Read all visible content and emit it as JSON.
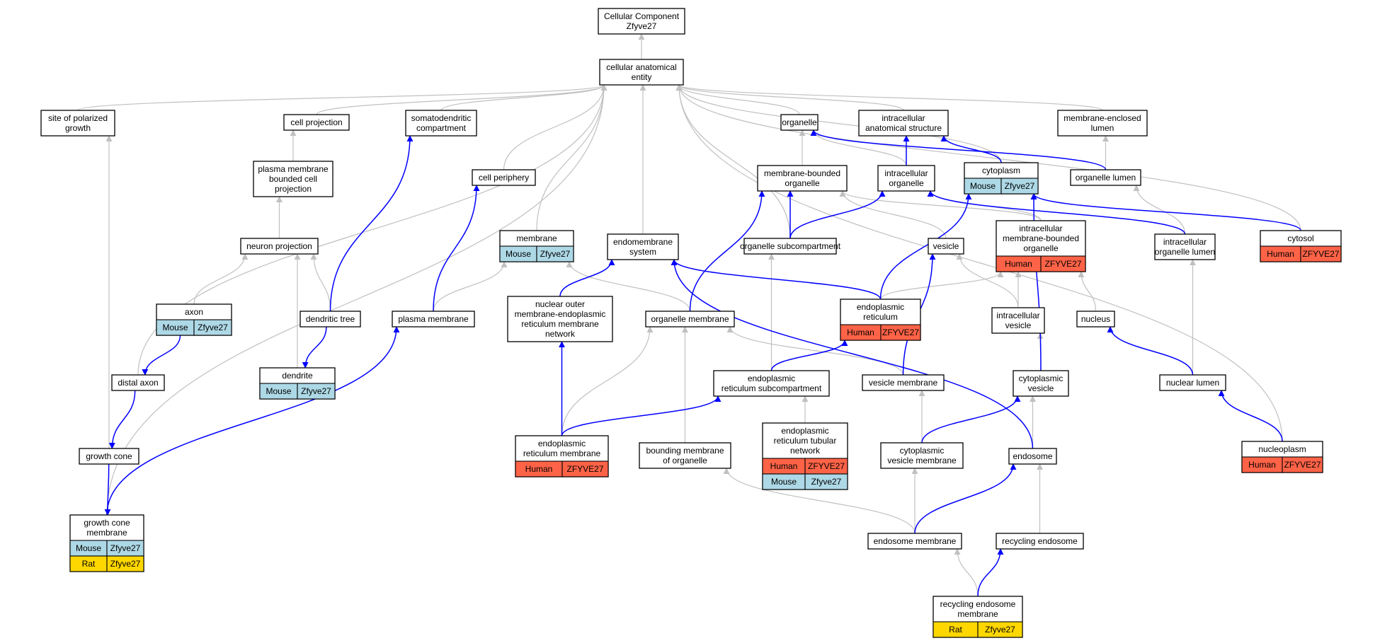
{
  "colors": {
    "is_a_edge": "#c0c0c0",
    "part_of_edge": "#0000ff",
    "human": "#ff6347",
    "mouse": "#add8e6",
    "rat": "#ffd700",
    "node_border": "#000000"
  },
  "nodes": [
    {
      "id": "root",
      "lines": [
        "Cellular Component",
        "Zfyve27"
      ]
    },
    {
      "id": "cae",
      "lines": [
        "cellular anatomical",
        "entity"
      ]
    },
    {
      "id": "spg",
      "lines": [
        "site of polarized",
        "growth"
      ]
    },
    {
      "id": "cellproj",
      "lines": [
        "cell projection"
      ]
    },
    {
      "id": "somato",
      "lines": [
        "somatodendritic",
        "compartment"
      ]
    },
    {
      "id": "organelle",
      "lines": [
        "organelle"
      ]
    },
    {
      "id": "ias",
      "lines": [
        "intracellular",
        "anatomical structure"
      ]
    },
    {
      "id": "mel",
      "lines": [
        "membrane-enclosed",
        "lumen"
      ]
    },
    {
      "id": "pmbcp",
      "lines": [
        "plasma membrane",
        "bounded cell",
        "projection"
      ]
    },
    {
      "id": "periphery",
      "lines": [
        "cell periphery"
      ]
    },
    {
      "id": "mbo",
      "lines": [
        "membrane-bounded",
        "organelle"
      ]
    },
    {
      "id": "io",
      "lines": [
        "intracellular",
        "organelle"
      ]
    },
    {
      "id": "cytoplasm",
      "lines": [
        "cytoplasm"
      ],
      "annotations": [
        [
          "Mouse",
          "Zfyve27"
        ]
      ]
    },
    {
      "id": "orglumen",
      "lines": [
        "organelle lumen"
      ]
    },
    {
      "id": "neuronproj",
      "lines": [
        "neuron projection"
      ]
    },
    {
      "id": "membrane",
      "lines": [
        "membrane"
      ],
      "annotations": [
        [
          "Mouse",
          "Zfyve27"
        ]
      ]
    },
    {
      "id": "endomem",
      "lines": [
        "endomembrane",
        "system"
      ]
    },
    {
      "id": "orgsub",
      "lines": [
        "organelle subcompartment"
      ]
    },
    {
      "id": "vesicle",
      "lines": [
        "vesicle"
      ]
    },
    {
      "id": "imbo",
      "lines": [
        "intracellular",
        "membrane-bounded",
        "organelle"
      ],
      "annotations": [
        [
          "Human",
          "ZFYVE27"
        ]
      ]
    },
    {
      "id": "iol",
      "lines": [
        "intracellular",
        "organelle lumen"
      ]
    },
    {
      "id": "cytosol",
      "lines": [
        "cytosol"
      ],
      "annotations": [
        [
          "Human",
          "ZFYVE27"
        ]
      ]
    },
    {
      "id": "axon",
      "lines": [
        "axon"
      ],
      "annotations": [
        [
          "Mouse",
          "Zfyve27"
        ]
      ]
    },
    {
      "id": "dendtree",
      "lines": [
        "dendritic tree"
      ]
    },
    {
      "id": "pm",
      "lines": [
        "plasma membrane"
      ]
    },
    {
      "id": "nomer",
      "lines": [
        "nuclear outer",
        "membrane-endoplasmic",
        "reticulum membrane",
        "network"
      ]
    },
    {
      "id": "orgmem",
      "lines": [
        "organelle membrane"
      ]
    },
    {
      "id": "er",
      "lines": [
        "endoplasmic",
        "reticulum"
      ],
      "annotations": [
        [
          "Human",
          "ZFYVE27"
        ]
      ]
    },
    {
      "id": "ivesicle",
      "lines": [
        "intracellular",
        "vesicle"
      ]
    },
    {
      "id": "nucleus",
      "lines": [
        "nucleus"
      ]
    },
    {
      "id": "distalaxon",
      "lines": [
        "distal axon"
      ]
    },
    {
      "id": "dendrite",
      "lines": [
        "dendrite"
      ],
      "annotations": [
        [
          "Mouse",
          "Zfyve27"
        ]
      ]
    },
    {
      "id": "ersub",
      "lines": [
        "endoplasmic",
        "reticulum subcompartment"
      ]
    },
    {
      "id": "vesmem",
      "lines": [
        "vesicle membrane"
      ]
    },
    {
      "id": "cytovesicle",
      "lines": [
        "cytoplasmic",
        "vesicle"
      ]
    },
    {
      "id": "nuclumen",
      "lines": [
        "nuclear lumen"
      ]
    },
    {
      "id": "growthcone",
      "lines": [
        "growth cone"
      ]
    },
    {
      "id": "ermem",
      "lines": [
        "endoplasmic",
        "reticulum membrane"
      ],
      "annotations": [
        [
          "Human",
          "ZFYVE27"
        ]
      ]
    },
    {
      "id": "bmo",
      "lines": [
        "bounding membrane",
        "of organelle"
      ]
    },
    {
      "id": "ertn",
      "lines": [
        "endoplasmic",
        "reticulum tubular",
        "network"
      ],
      "annotations": [
        [
          "Human",
          "ZFYVE27"
        ],
        [
          "Mouse",
          "Zfyve27"
        ]
      ]
    },
    {
      "id": "cvm",
      "lines": [
        "cytoplasmic",
        "vesicle membrane"
      ]
    },
    {
      "id": "endosome",
      "lines": [
        "endosome"
      ]
    },
    {
      "id": "nucleoplasm",
      "lines": [
        "nucleoplasm"
      ],
      "annotations": [
        [
          "Human",
          "ZFYVE27"
        ]
      ]
    },
    {
      "id": "gcm",
      "lines": [
        "growth cone",
        "membrane"
      ],
      "annotations": [
        [
          "Mouse",
          "Zfyve27"
        ],
        [
          "Rat",
          "Zfyve27"
        ]
      ]
    },
    {
      "id": "endomemb",
      "lines": [
        "endosome membrane"
      ]
    },
    {
      "id": "recendo",
      "lines": [
        "recycling endosome"
      ]
    },
    {
      "id": "rem",
      "lines": [
        "recycling endosome",
        "membrane"
      ],
      "annotations": [
        [
          "Rat",
          "Zfyve27"
        ]
      ]
    }
  ],
  "edges": [
    [
      "cae",
      "root",
      "is_a"
    ],
    [
      "spg",
      "cae",
      "is_a"
    ],
    [
      "cellproj",
      "cae",
      "is_a"
    ],
    [
      "somato",
      "cae",
      "is_a"
    ],
    [
      "organelle",
      "cae",
      "is_a"
    ],
    [
      "ias",
      "cae",
      "is_a"
    ],
    [
      "mel",
      "cae",
      "is_a"
    ],
    [
      "periphery",
      "cae",
      "is_a"
    ],
    [
      "membrane",
      "cae",
      "is_a"
    ],
    [
      "endomem",
      "cae",
      "is_a"
    ],
    [
      "orgsub",
      "cae",
      "is_a"
    ],
    [
      "cytoplasm",
      "cae",
      "is_a"
    ],
    [
      "cytosol",
      "cae",
      "is_a"
    ],
    [
      "nucleoplasm",
      "cae",
      "is_a"
    ],
    [
      "distalaxon",
      "cae",
      "is_a"
    ],
    [
      "gcm",
      "cae",
      "is_a"
    ],
    [
      "pmbcp",
      "cellproj",
      "is_a"
    ],
    [
      "neuronproj",
      "pmbcp",
      "is_a"
    ],
    [
      "axon",
      "neuronproj",
      "is_a"
    ],
    [
      "dendtree",
      "neuronproj",
      "is_a"
    ],
    [
      "dendrite",
      "neuronproj",
      "is_a"
    ],
    [
      "mbo",
      "organelle",
      "is_a"
    ],
    [
      "io",
      "organelle",
      "is_a"
    ],
    [
      "orglumen",
      "mel",
      "is_a"
    ],
    [
      "imbo",
      "mbo",
      "is_a"
    ],
    [
      "imbo",
      "io",
      "is_a"
    ],
    [
      "vesicle",
      "mbo",
      "is_a"
    ],
    [
      "iol",
      "orglumen",
      "is_a"
    ],
    [
      "nuclumen",
      "iol",
      "is_a"
    ],
    [
      "ivesicle",
      "imbo",
      "is_a"
    ],
    [
      "ivesicle",
      "vesicle",
      "is_a"
    ],
    [
      "nucleus",
      "imbo",
      "is_a"
    ],
    [
      "er",
      "imbo",
      "is_a"
    ],
    [
      "cytovesicle",
      "ivesicle",
      "is_a"
    ],
    [
      "endosome",
      "cytovesicle",
      "is_a"
    ],
    [
      "recendo",
      "endosome",
      "is_a"
    ],
    [
      "pm",
      "membrane",
      "is_a"
    ],
    [
      "orgmem",
      "membrane",
      "is_a"
    ],
    [
      "ersub",
      "orgsub",
      "is_a"
    ],
    [
      "ertn",
      "ersub",
      "is_a"
    ],
    [
      "vesmem",
      "orgmem",
      "is_a"
    ],
    [
      "ermem",
      "orgmem",
      "is_a"
    ],
    [
      "bmo",
      "orgmem",
      "is_a"
    ],
    [
      "cvm",
      "vesmem",
      "is_a"
    ],
    [
      "endomemb",
      "cvm",
      "is_a"
    ],
    [
      "endomemb",
      "bmo",
      "is_a"
    ],
    [
      "rem",
      "endomemb",
      "is_a"
    ],
    [
      "growthcone",
      "spg",
      "is_a"
    ],
    [
      "cytoplasm",
      "ias",
      "part_of"
    ],
    [
      "io",
      "ias",
      "part_of"
    ],
    [
      "orglumen",
      "organelle",
      "part_of"
    ],
    [
      "cytosol",
      "cytoplasm",
      "part_of"
    ],
    [
      "iol",
      "io",
      "part_of"
    ],
    [
      "cytovesicle",
      "cytoplasm",
      "part_of"
    ],
    [
      "er",
      "cytoplasm",
      "part_of"
    ],
    [
      "nuclumen",
      "nucleus",
      "part_of"
    ],
    [
      "nucleoplasm",
      "nuclumen",
      "part_of"
    ],
    [
      "orgsub",
      "mbo",
      "part_of"
    ],
    [
      "orgsub",
      "io",
      "part_of"
    ],
    [
      "orgmem",
      "mbo",
      "part_of"
    ],
    [
      "dendtree",
      "somato",
      "part_of"
    ],
    [
      "pm",
      "periphery",
      "part_of"
    ],
    [
      "axon",
      "distalaxon",
      "part_of"
    ],
    [
      "distalaxon",
      "growthcone",
      "part_of"
    ],
    [
      "growthcone",
      "gcm",
      "part_of"
    ],
    [
      "dendtree",
      "dendrite",
      "part_of"
    ],
    [
      "gcm",
      "pm",
      "part_of"
    ],
    [
      "nomer",
      "endomem",
      "part_of"
    ],
    [
      "ermem",
      "nomer",
      "part_of"
    ],
    [
      "ermem",
      "ersub",
      "part_of"
    ],
    [
      "ersub",
      "er",
      "part_of"
    ],
    [
      "er",
      "endomem",
      "part_of"
    ],
    [
      "endosome",
      "endomem",
      "part_of"
    ],
    [
      "vesmem",
      "vesicle",
      "part_of"
    ],
    [
      "cvm",
      "cytovesicle",
      "part_of"
    ],
    [
      "endomemb",
      "endosome",
      "part_of"
    ],
    [
      "rem",
      "recendo",
      "part_of"
    ]
  ]
}
